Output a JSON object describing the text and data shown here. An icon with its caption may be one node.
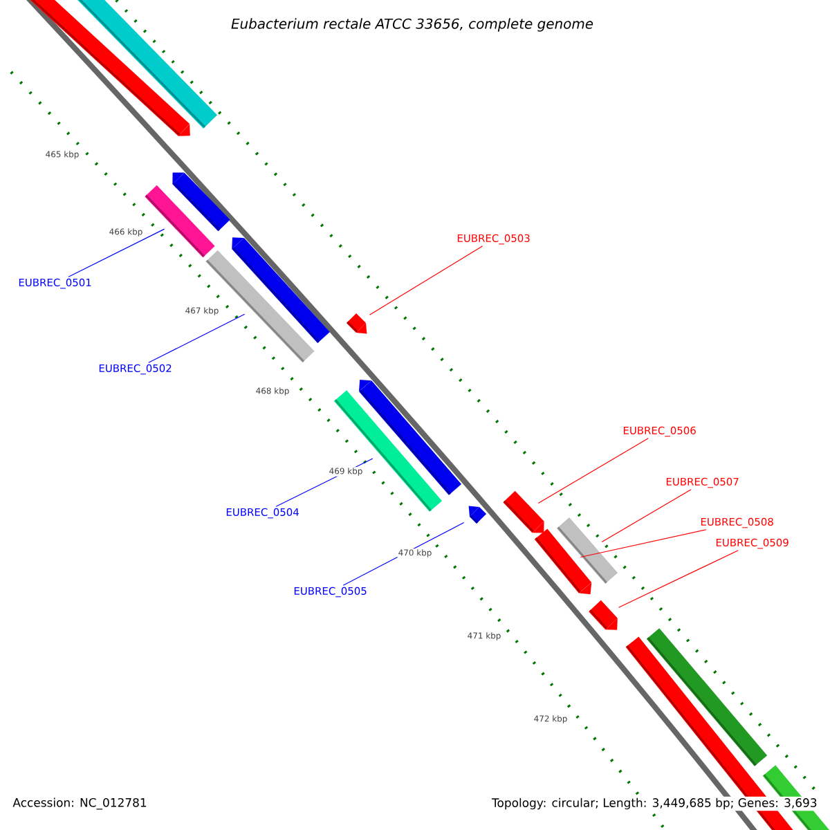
{
  "diagram": {
    "title": "Eubacterium rectale ATCC 33656, complete genome",
    "nodes": [
      {
        "text": [
          "EUBREC_0501"
        ]
      },
      {
        "text": [
          "EUBREC_0502"
        ]
      },
      {
        "text": [
          "EUBREC_0503"
        ]
      },
      {
        "text": [
          "EUBREC_0504"
        ]
      },
      {
        "text": [
          "EUBREC_0505"
        ]
      },
      {
        "text": [
          "EUBREC_0506"
        ]
      },
      {
        "text": [
          "EUBREC_0507"
        ]
      },
      {
        "text": [
          "EUBREC_0508"
        ]
      },
      {
        "text": [
          "EUBREC_0509"
        ]
      },
      {
        "text": [],
        "shape": "bar"
      },
      {
        "text": [],
        "shape": "bar"
      },
      {
        "text": [],
        "shape": "bar"
      },
      {
        "text": [],
        "shape": "bar"
      },
      {
        "text": [],
        "shape": "bar"
      },
      {
        "text": [],
        "shape": "bar"
      },
      {
        "text": [],
        "shape": "bar"
      },
      {
        "text": [],
        "shape": "bar"
      },
      {
        "text": [],
        "shape": "bar"
      },
      {
        "text": [],
        "shape": "bar"
      },
      {
        "text": [],
        "shape": "bar"
      },
      {
        "text": [],
        "shape": "bar"
      },
      {
        "text": [],
        "shape": "bar"
      },
      {
        "text": [],
        "shape": "bar"
      },
      {
        "text": [],
        "shape": "bar"
      },
      {
        "text": [],
        "shape": "bar"
      },
      {
        "text": [],
        "shape": "bar"
      }
    ],
    "edges": [
      {
        "from": 0,
        "to": 12,
        "arrow": "none",
        "color": "#0000ff"
      },
      {
        "from": 1,
        "to": 14,
        "arrow": "none",
        "color": "#0000ff"
      },
      {
        "from": 2,
        "to": 15,
        "arrow": "none"
      },
      {
        "from": 3,
        "to": 17,
        "arrow": "none",
        "color": "#0000ff"
      },
      {
        "from": 4,
        "to": 18,
        "arrow": "none",
        "color": "#0000ff"
      },
      {
        "from": 5,
        "to": 19,
        "arrow": "none"
      },
      {
        "from": 6,
        "to": 20,
        "arrow": "none"
      },
      {
        "from": 7,
        "to": 21,
        "arrow": "none"
      },
      {
        "from": 8,
        "to": 22,
        "arrow": "none"
      }
    ],
    "labels": [
      "465 kbp",
      "466 kbp",
      "467 kbp",
      "468 kbp",
      "469 kbp",
      "470 kbp",
      "471 kbp",
      "472 kbp",
      "Accession: NC_012781",
      "Topology: circular; Length: 3,449,685 bp; Genes: 3,693"
    ]
  }
}
